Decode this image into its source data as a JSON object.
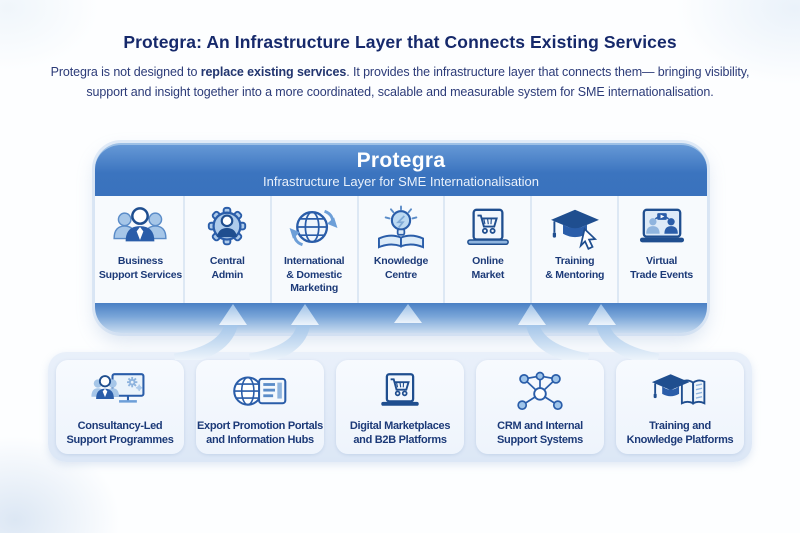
{
  "header": {
    "title": "Protegra: An Infrastructure Layer that Connects Existing Services",
    "intro": {
      "lead": "Protegra is not designed to ",
      "emphasis": "replace existing services",
      "rest": ". It provides the infrastructure layer that connects them— bringing visibility, support and insight together into a more coordinated, scalable and measurable system for SME internationalisation."
    }
  },
  "platform": {
    "name": "Protegra",
    "subtitle": "Infrastructure Layer for SME Internationalisation",
    "services": [
      {
        "label": "Business\nSupport Services",
        "icon": "team-icon"
      },
      {
        "label": "Central\nAdmin",
        "icon": "admin-gear-icon"
      },
      {
        "label": "International\n& Domestic\nMarketing",
        "icon": "globe-arrows-icon"
      },
      {
        "label": "Knowledge\nCentre",
        "icon": "lightbulb-book-icon"
      },
      {
        "label": "Online\nMarket",
        "icon": "laptop-cart-icon"
      },
      {
        "label": "Training\n& Mentoring",
        "icon": "graduation-cap-cursor-icon"
      },
      {
        "label": "Virtual\nTrade Events",
        "icon": "virtual-meeting-icon"
      }
    ]
  },
  "existing_services": [
    {
      "label": "Consultancy-Led\nSupport Programmes",
      "icon": "consultancy-team-monitor-icon"
    },
    {
      "label": "Export Promotion Portals\nand Information Hubs",
      "icon": "globe-portal-icon"
    },
    {
      "label": "Digital Marketplaces\nand B2B Platforms",
      "icon": "marketplace-cart-icon"
    },
    {
      "label": "CRM and Internal\nSupport Systems",
      "icon": "crm-network-icon"
    },
    {
      "label": "Training and\nKnowledge Platforms",
      "icon": "graduation-cap-book-icon"
    }
  ],
  "colors": {
    "header_blue": "#3b74bf",
    "navy_text": "#1c3a78",
    "icon_navy": "#1f4e8f",
    "icon_blue": "#2a5da9",
    "icon_light_blue": "#a6c6e8",
    "arrow_blue": "#a3c5e9",
    "panel_light": "#e4edf8"
  }
}
